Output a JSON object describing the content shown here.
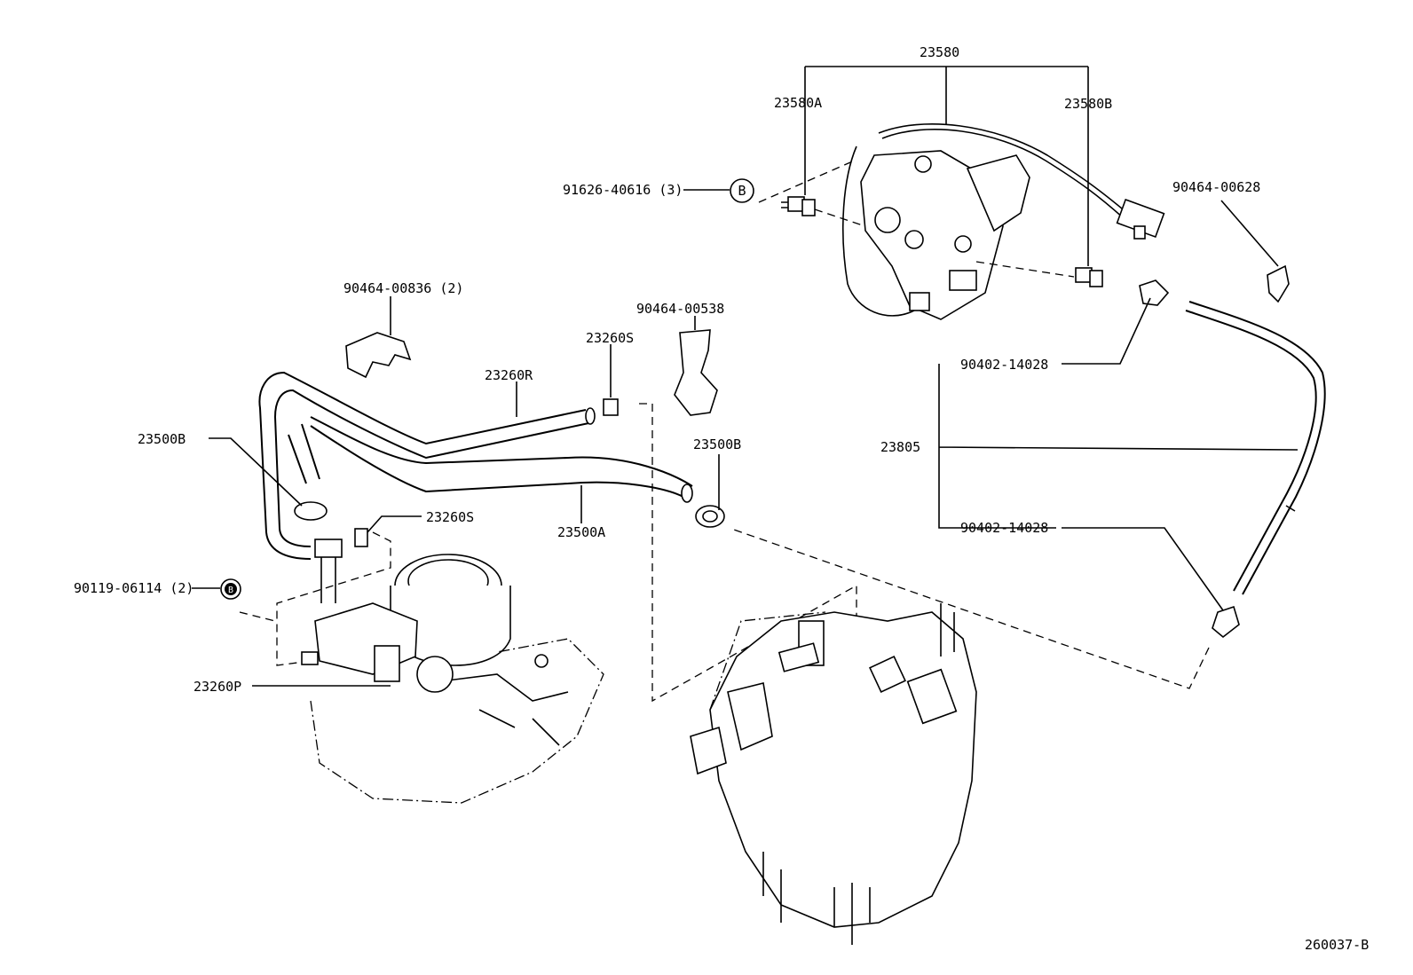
{
  "labels": {
    "p23580": "23580",
    "p23580a": "23580A",
    "p23580b_top": "23580B",
    "p91626": "91626-40616 (3)",
    "p90464_00628": "90464-00628",
    "p90464_00836": "90464-00836 (2)",
    "p90464_00538": "90464-00538",
    "p23260s_top": "23260S",
    "p23260r": "23260R",
    "p23500b_left": "23500B",
    "p23500b_mid": "23500B",
    "p23260s_mid": "23260S",
    "p23500a": "23500A",
    "p90119": "90119-06114 (2)",
    "p23260p": "23260P",
    "p90402_top": "90402-14028",
    "p23805": "23805",
    "p90402_bot": "90402-14028",
    "ref": "260037-B"
  },
  "markers": {
    "b_top": "B",
    "b_left": "B"
  }
}
